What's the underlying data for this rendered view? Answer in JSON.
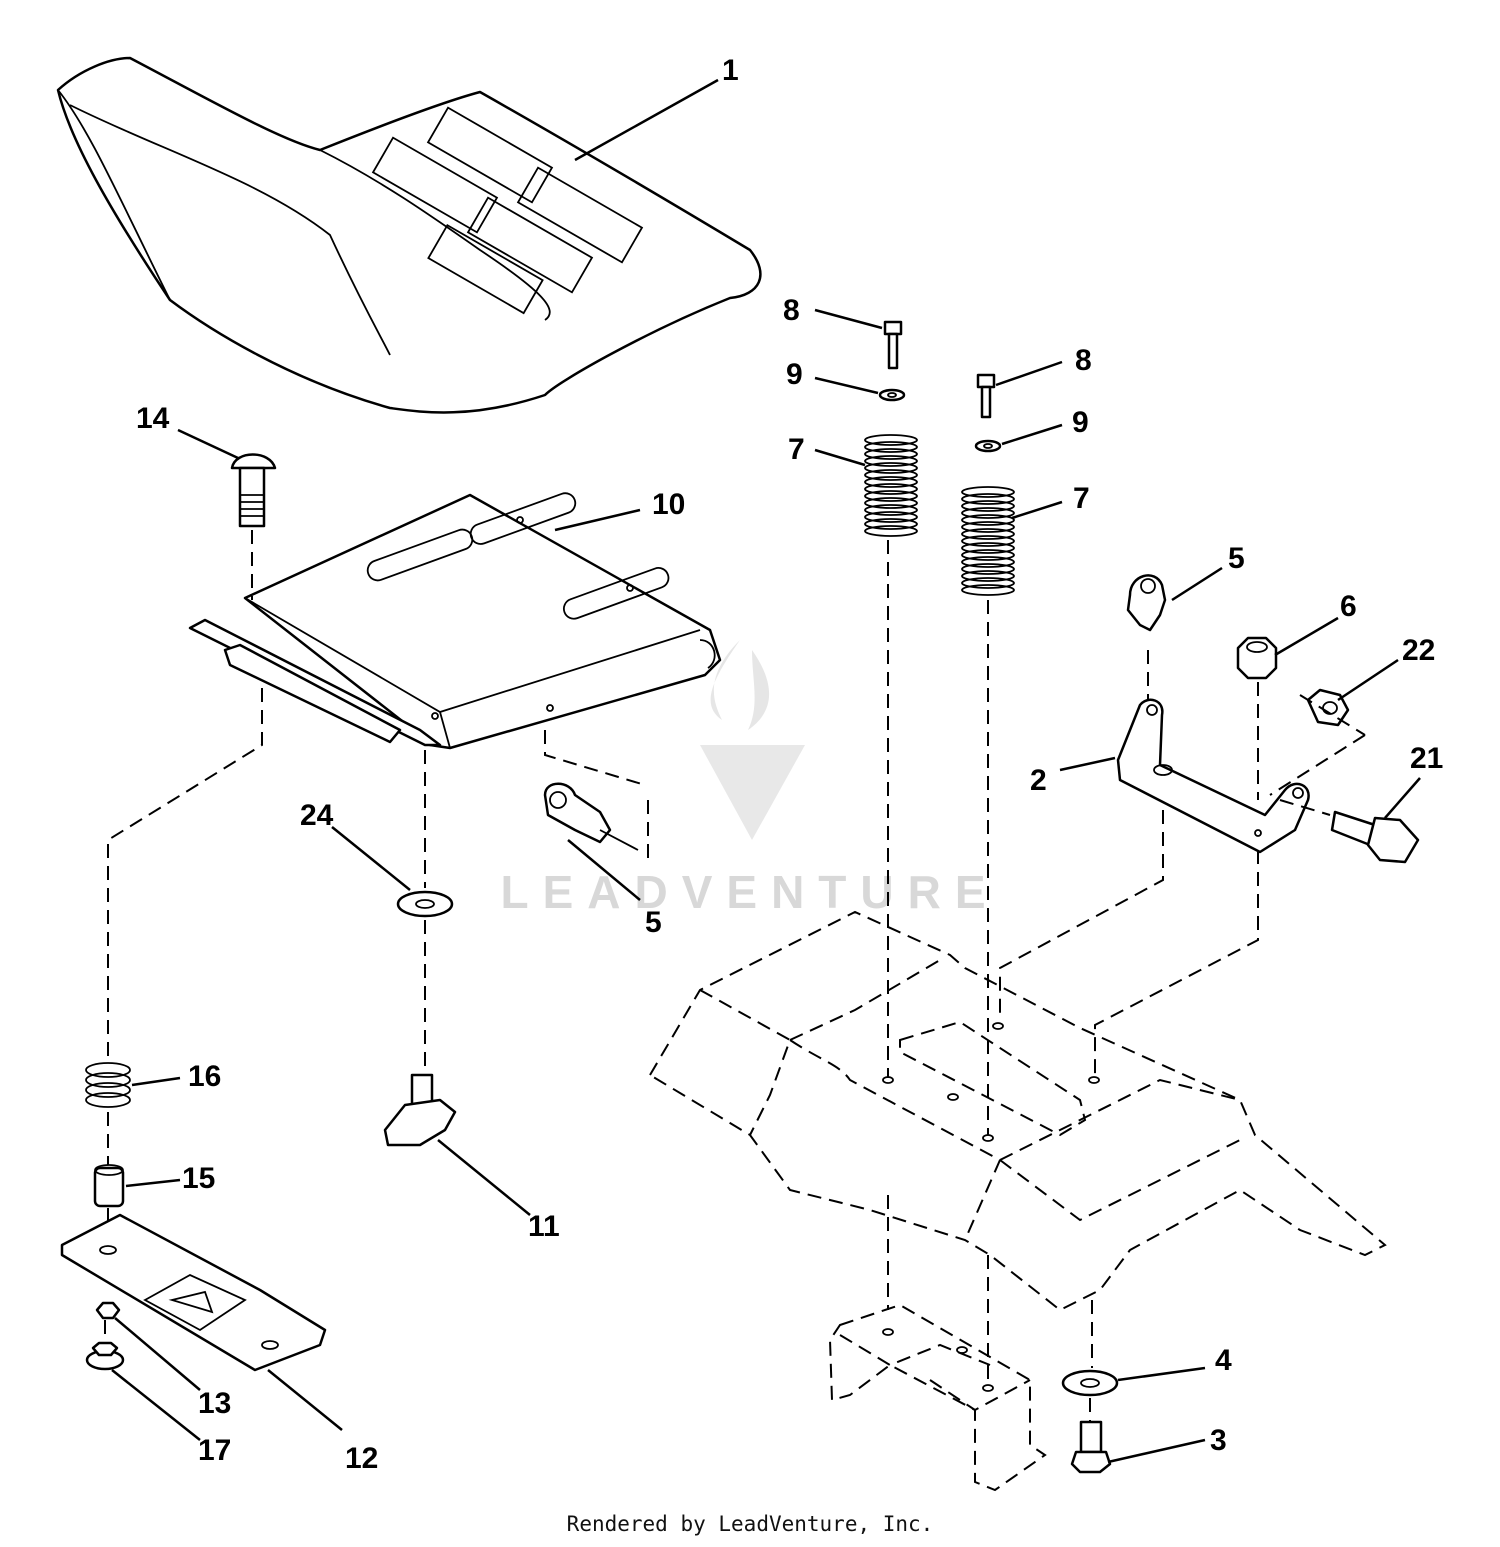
{
  "callouts": {
    "c1": "1",
    "c2": "2",
    "c3": "3",
    "c4": "4",
    "c5a": "5",
    "c5b": "5",
    "c6": "6",
    "c7a": "7",
    "c7b": "7",
    "c8a": "8",
    "c8b": "8",
    "c9a": "9",
    "c9b": "9",
    "c10": "10",
    "c11": "11",
    "c12": "12",
    "c13": "13",
    "c14": "14",
    "c15": "15",
    "c16": "16",
    "c17": "17",
    "c21": "21",
    "c22": "22",
    "c24": "24"
  },
  "watermark": {
    "text": "LEADVENTURE"
  },
  "footer": {
    "text": "Rendered by LeadVenture, Inc."
  }
}
